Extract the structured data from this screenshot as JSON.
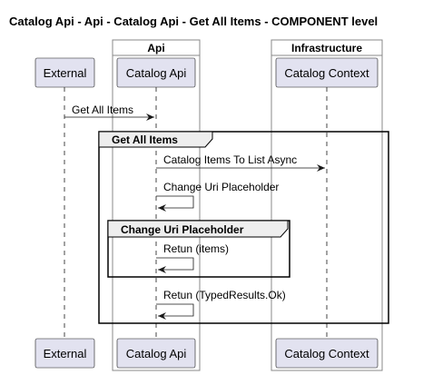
{
  "title": "Catalog Api - Api - Catalog Api - Get All Items - COMPONENT level",
  "boxes": [
    {
      "label": "Api"
    },
    {
      "label": "Infrastructure"
    }
  ],
  "participants": [
    {
      "label": "External"
    },
    {
      "label": "Catalog Api"
    },
    {
      "label": "Catalog Context"
    }
  ],
  "messages": [
    {
      "label": "Get All Items"
    },
    {
      "label": "Catalog Items To List Async"
    },
    {
      "label": "Change Uri Placeholder"
    },
    {
      "label": "Retun (items)"
    },
    {
      "label": "Retun (TypedResults.Ok)"
    }
  ],
  "groups": [
    {
      "label": "Get All Items"
    },
    {
      "label": "Change Uri Placeholder"
    }
  ],
  "colors": {
    "participant_fill": "#e2e2f0",
    "participant_border": "#181818",
    "box_border": "#888888",
    "lifeline": "#181818",
    "arrow": "#181818"
  }
}
